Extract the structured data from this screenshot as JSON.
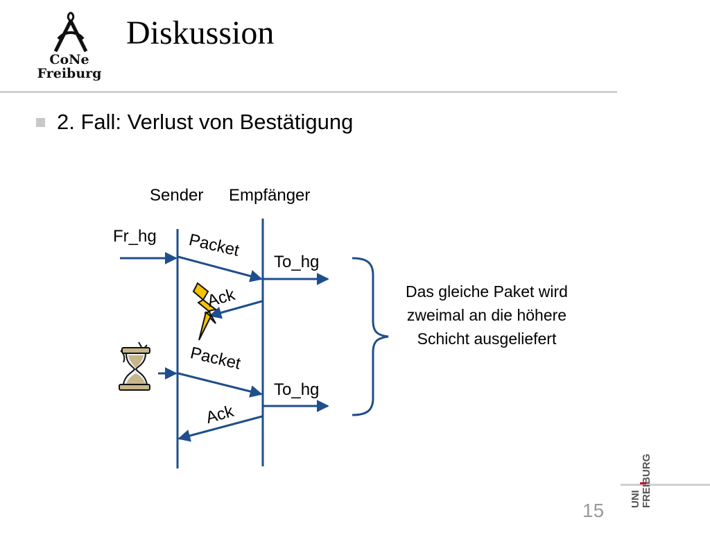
{
  "header": {
    "title": "Diskussion",
    "logo_line1": "CoNe",
    "logo_line2": "Freiburg"
  },
  "bullet": {
    "text": "2. Fall: Verlust von Bestätigung"
  },
  "diagram": {
    "sender_label": "Sender",
    "receiver_label": "Empfänger",
    "fr_hg": "Fr_hg",
    "packet1": "Packet",
    "to_hg1": "To_hg",
    "ack1": "Ack",
    "packet2": "Packet",
    "to_hg2": "To_hg",
    "ack2": "Ack",
    "note_lines": [
      "Das gleiche Paket wird",
      "zweimal an die höhere",
      "Schicht ausgeliefert"
    ]
  },
  "footer": {
    "page_number": "15",
    "uni_logo_top": "UNI",
    "uni_logo_bottom": "FREIBURG"
  },
  "colors": {
    "line": "#1f4e8c",
    "brace": "#1f4e8c",
    "lightning": "#f5c400",
    "accent_red": "#c8102e"
  }
}
